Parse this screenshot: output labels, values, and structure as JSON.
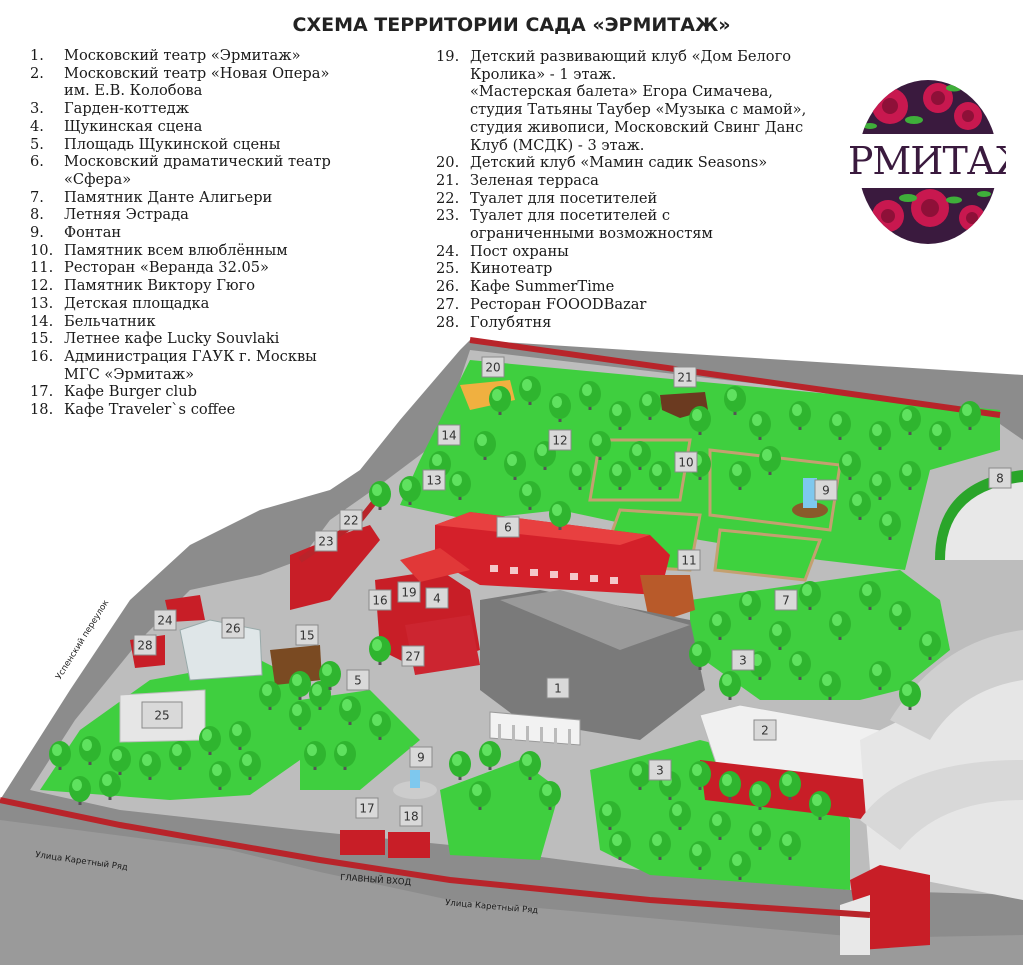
{
  "title": "СХЕМА ТЕРРИТОРИИ САДА «ЭРМИТАЖ»",
  "logo_text": "ЭРМИТАЖ",
  "legend_left": [
    {
      "num": "1.",
      "lines": [
        "Московский театр «Эрмитаж»"
      ]
    },
    {
      "num": "2.",
      "lines": [
        "Московский театр «Новая Опера»",
        "им. Е.В. Колобова"
      ]
    },
    {
      "num": "3.",
      "lines": [
        "Гарден-коттедж"
      ]
    },
    {
      "num": "4.",
      "lines": [
        "Щукинская сцена"
      ]
    },
    {
      "num": "5.",
      "lines": [
        "Площадь Щукинской сцены"
      ]
    },
    {
      "num": "6.",
      "lines": [
        "Московский драматический театр",
        "«Сфера»"
      ]
    },
    {
      "num": "7.",
      "lines": [
        "Памятник Данте Алигьери"
      ]
    },
    {
      "num": "8.",
      "lines": [
        "Летняя Эстрада"
      ]
    },
    {
      "num": "9.",
      "lines": [
        "Фонтан"
      ]
    },
    {
      "num": "10.",
      "lines": [
        "Памятник всем влюблённым"
      ]
    },
    {
      "num": "11.",
      "lines": [
        "Ресторан «Веранда 32.05»"
      ]
    },
    {
      "num": "12.",
      "lines": [
        "Памятник Виктору Гюго"
      ]
    },
    {
      "num": "13.",
      "lines": [
        "Детская площадка"
      ]
    },
    {
      "num": "14.",
      "lines": [
        "Бельчатник"
      ]
    },
    {
      "num": "15.",
      "lines": [
        "Летнее кафе Lucky Souvlaki"
      ]
    },
    {
      "num": "16.",
      "lines": [
        "Администрация ГАУК г. Москвы",
        "МГС «Эрмитаж»"
      ]
    },
    {
      "num": "17.",
      "lines": [
        "Кафе Burger club"
      ]
    },
    {
      "num": "18.",
      "lines": [
        "Кафе Traveler`s coffee"
      ]
    }
  ],
  "legend_right": [
    {
      "num": "19.",
      "lines": [
        "Детский развивающий клуб «Дом Белого",
        "Кролика» - 1 этаж.",
        "«Мастерская балета» Егора Симачева,",
        "студия Татьяны Таубер «Музыка с мамой»,",
        "студия живописи, Московский Свинг Данс",
        "Клуб (МСДК)  - 3 этаж."
      ]
    },
    {
      "num": "20.",
      "lines": [
        "Детский клуб «Мамин садик Seasons»"
      ]
    },
    {
      "num": "21.",
      "lines": [
        "Зеленая терраса"
      ]
    },
    {
      "num": "22.",
      "lines": [
        "Туалет для посетителей"
      ]
    },
    {
      "num": "23.",
      "lines": [
        "Туалет для посетителей с",
        "ограниченными возможностям"
      ]
    },
    {
      "num": "24.",
      "lines": [
        "Пост охраны"
      ]
    },
    {
      "num": "25.",
      "lines": [
        "Кинотеатр"
      ]
    },
    {
      "num": "26.",
      "lines": [
        "Кафе SummerTime"
      ]
    },
    {
      "num": "27.",
      "lines": [
        "Ресторан FOOODBazar"
      ]
    },
    {
      "num": "28.",
      "lines": [
        "Голубятня"
      ]
    }
  ],
  "map": {
    "streets": {
      "lane": "Успенский переулок",
      "street_left": "Улица Каретный Ряд",
      "street_right": "Улица Каретный Ряд",
      "entrance": "ГЛАВНЫЙ ВХОД"
    },
    "badges": [
      "1",
      "2",
      "3",
      "3",
      "4",
      "5",
      "6",
      "7",
      "8",
      "9",
      "9",
      "10",
      "11",
      "12",
      "13",
      "14",
      "15",
      "16",
      "17",
      "18",
      "19",
      "20",
      "21",
      "22",
      "23",
      "24",
      "25",
      "26",
      "27",
      "28"
    ],
    "colors": {
      "lawn": "#3fcf3f",
      "path": "#bdbdbd",
      "road": "#8c8c8c",
      "theatre_red": "#d4202a",
      "tree": "#2fb52f",
      "fence": "#b8242a"
    }
  }
}
